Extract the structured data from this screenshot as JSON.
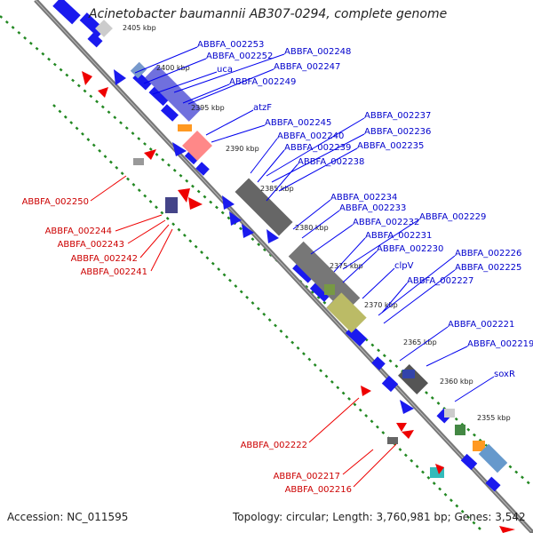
{
  "title": "Acinetobacter baumannii AB307-0294, complete genome",
  "footer": {
    "accession": "Accession: NC_011595",
    "topology": "Topology: circular; Length: 3,760,981 bp; Genes: 3,542"
  },
  "colors": {
    "forward": "#0000ee",
    "reverse": "#ee0000",
    "backbone": "#888888",
    "guide": "#228822",
    "gray_block": "#777777"
  },
  "ticks": [
    "2405 kbp",
    "2400 kbp",
    "2395 kbp",
    "2390 kbp",
    "2385 kbp",
    "2380 kbp",
    "2375 kbp",
    "2370 kbp",
    "2365 kbp",
    "2360 kbp",
    "2355 kbp"
  ],
  "forward_labels": [
    "ABBFA_002253",
    "ABBFA_002252",
    "uca",
    "ABBFA_002248",
    "ABBFA_002247",
    "ABBFA_002249",
    "atzF",
    "ABBFA_002245",
    "ABBFA_002237",
    "ABBFA_002236",
    "ABBFA_002240",
    "ABBFA_002239",
    "ABBFA_002235",
    "ABBFA_002238",
    "ABBFA_002234",
    "ABBFA_002233",
    "ABBFA_002232",
    "ABBFA_002229",
    "ABBFA_002231",
    "ABBFA_002230",
    "clpV",
    "ABBFA_002226",
    "ABBFA_002225",
    "ABBFA_002227",
    "ABBFA_002221",
    "ABBFA_002219",
    "soxR"
  ],
  "reverse_labels": [
    "ABBFA_002250",
    "ABBFA_002244",
    "ABBFA_002243",
    "ABBFA_002242",
    "ABBFA_002241",
    "ABBFA_002222",
    "ABBFA_002217",
    "ABBFA_002216"
  ]
}
